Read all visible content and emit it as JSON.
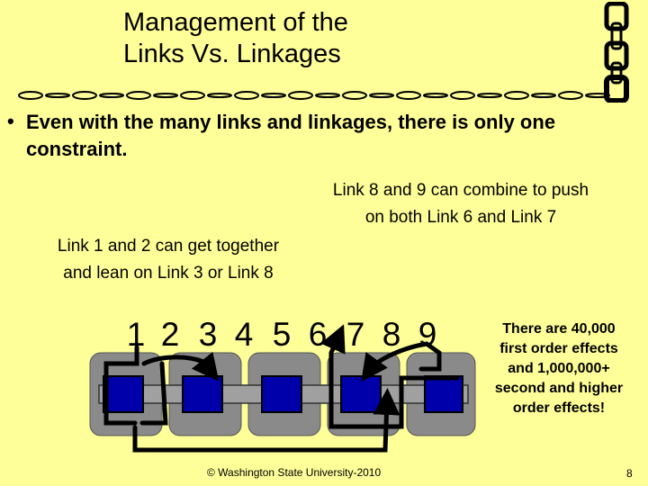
{
  "title": {
    "line1": "Management of the",
    "line2": "Links Vs. Linkages"
  },
  "bullet": {
    "marker": "•",
    "text": "Even with the many links and linkages, there is only one constraint."
  },
  "notes": {
    "right_line1": "Link 8 and 9 can combine to push",
    "right_line2": "on both Link 6 and Link 7",
    "left_line1": "Link 1 and 2 can get together",
    "left_line2": "and lean on Link 3 or Link 8"
  },
  "link_numbers": [
    "1",
    "2",
    "3",
    "4",
    "5",
    "6",
    "7",
    "8",
    "9"
  ],
  "stats": {
    "line1": "There are 40,000",
    "line2": "first order effects",
    "line3": "and 1,000,000+",
    "line4": "second and higher",
    "line5": "order effects!"
  },
  "footer": "© Washington State University-2010",
  "page_number": "8",
  "colors": {
    "background": "#FFFF99",
    "link_block": "#0000AA",
    "plate": "#8A8A8A",
    "rod": "#9A9A9A"
  }
}
